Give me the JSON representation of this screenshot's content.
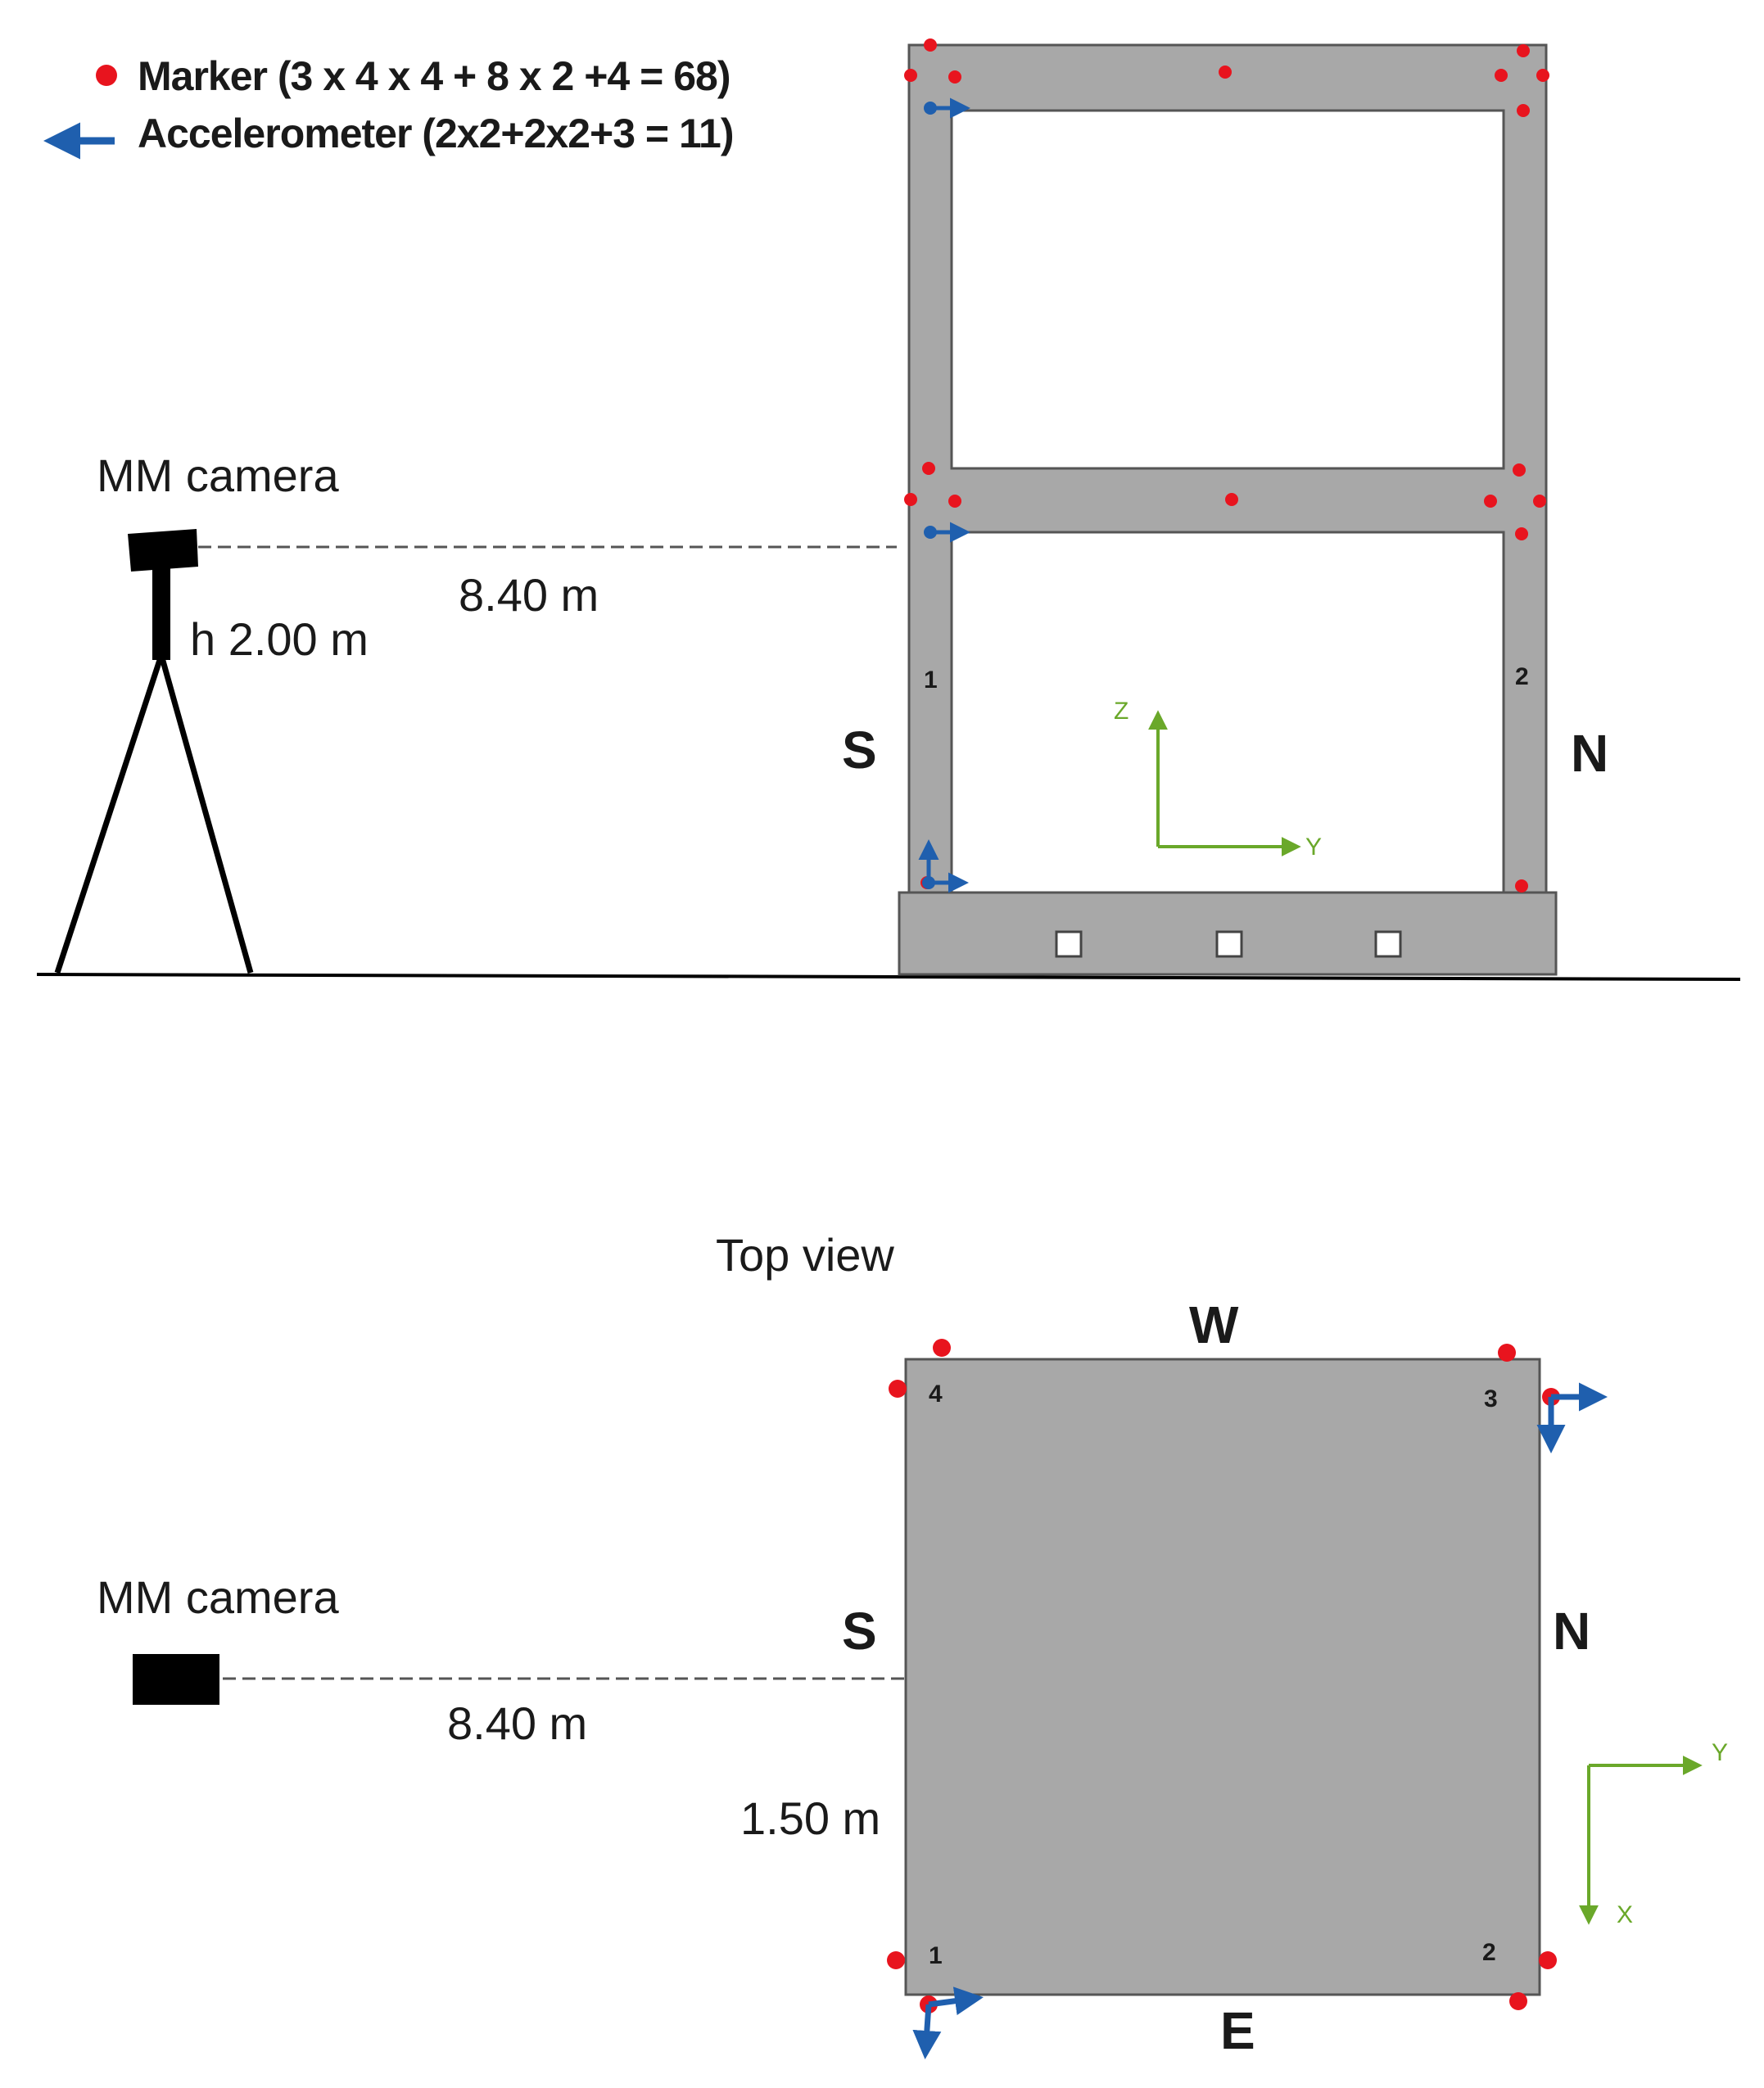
{
  "legend": {
    "marker": "Marker (3 x 4 x 4 + 8 x 2 +4 = 68)",
    "accelerometer": "Accelerometer  (2x2+2x2+3 = 11)"
  },
  "side_view": {
    "camera_label": "MM camera",
    "height_label": "h 2.00 m",
    "distance_label": "8.40 m",
    "south": "S",
    "north": "N",
    "column_1": "1",
    "column_2": "2",
    "axis_z": "Z",
    "axis_y": "Y"
  },
  "top_view": {
    "title": "Top view",
    "camera_label": "MM camera",
    "distance_label": "8.40 m",
    "offset_label": "1.50 m",
    "west": "W",
    "east": "E",
    "south": "S",
    "north": "N",
    "corner_1": "1",
    "corner_2": "2",
    "corner_3": "3",
    "corner_4": "4",
    "axis_y": "Y",
    "axis_x": "X"
  },
  "colors": {
    "frame": "#a8a8a8",
    "marker": "#e8141e",
    "accelerometer": "#1f5fae",
    "axes": "#6aa82a",
    "line": "#000000"
  }
}
